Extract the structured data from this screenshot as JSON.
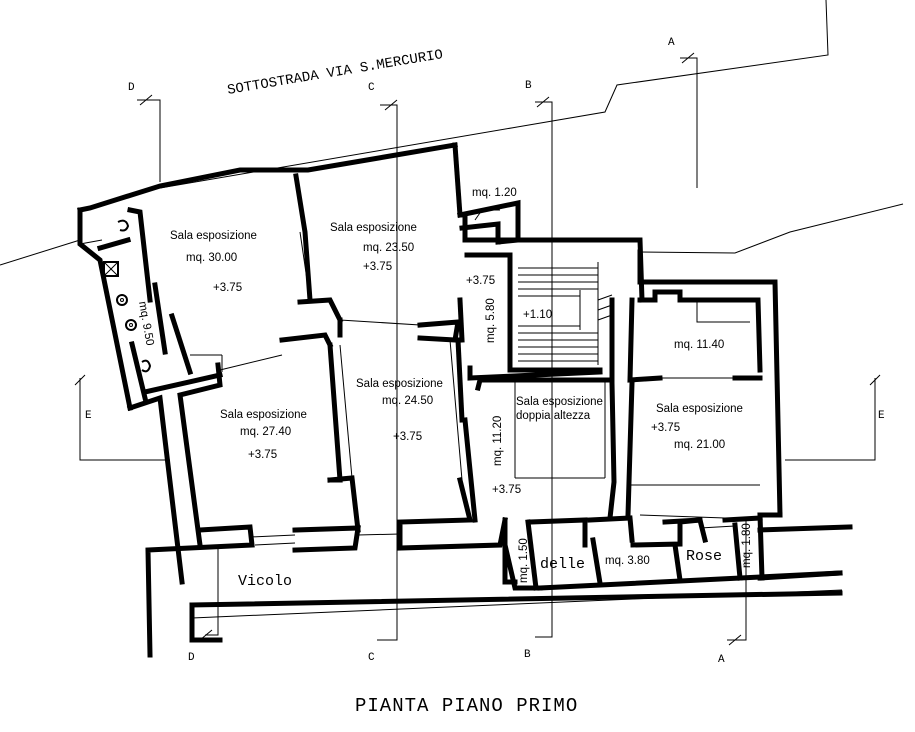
{
  "title": "PIANTA PIANO PRIMO",
  "street_top": "SOTTOSTRADA VIA S.MERCURIO",
  "street_bottom": {
    "w1": "Vicolo",
    "w2": "delle",
    "w3": "Rose"
  },
  "sections": {
    "a": "A",
    "b": "B",
    "c": "C",
    "d": "D",
    "e": "E"
  },
  "rooms": {
    "r1": {
      "name": "Sala esposizione",
      "area": "mq. 30.00",
      "level": "+3.75"
    },
    "r2": {
      "name": "Sala esposizione",
      "area": "mq. 23.50",
      "level": "+3.75"
    },
    "r3": {
      "name": "Sala esposizione",
      "area": "mq. 27.40",
      "level": "+3.75"
    },
    "r4": {
      "name": "Sala esposizione",
      "area": "mq. 24.50",
      "level": "+3.75"
    },
    "r5": {
      "name1": "Sala esposizione",
      "name2": "doppia altezza"
    },
    "r6": {
      "name": "Sala esposizione",
      "level": "+3.75",
      "area": "mq. 21.00"
    },
    "r7": {
      "area": "mq. 11.40"
    },
    "stair": {
      "level": "+1.10"
    },
    "wc": {
      "area": "mq. 9.50"
    },
    "corr1": {
      "area": "mq. 5.80",
      "level": "+3.75"
    },
    "corr2": {
      "area": "mq. 11.20",
      "level": "+3.75"
    },
    "small1": {
      "area": "mq. 1.20"
    },
    "small2": {
      "area": "mq. 1.50"
    },
    "small3": {
      "area": "mq. 3.80"
    },
    "small4": {
      "area": "mq. 1.80"
    }
  }
}
